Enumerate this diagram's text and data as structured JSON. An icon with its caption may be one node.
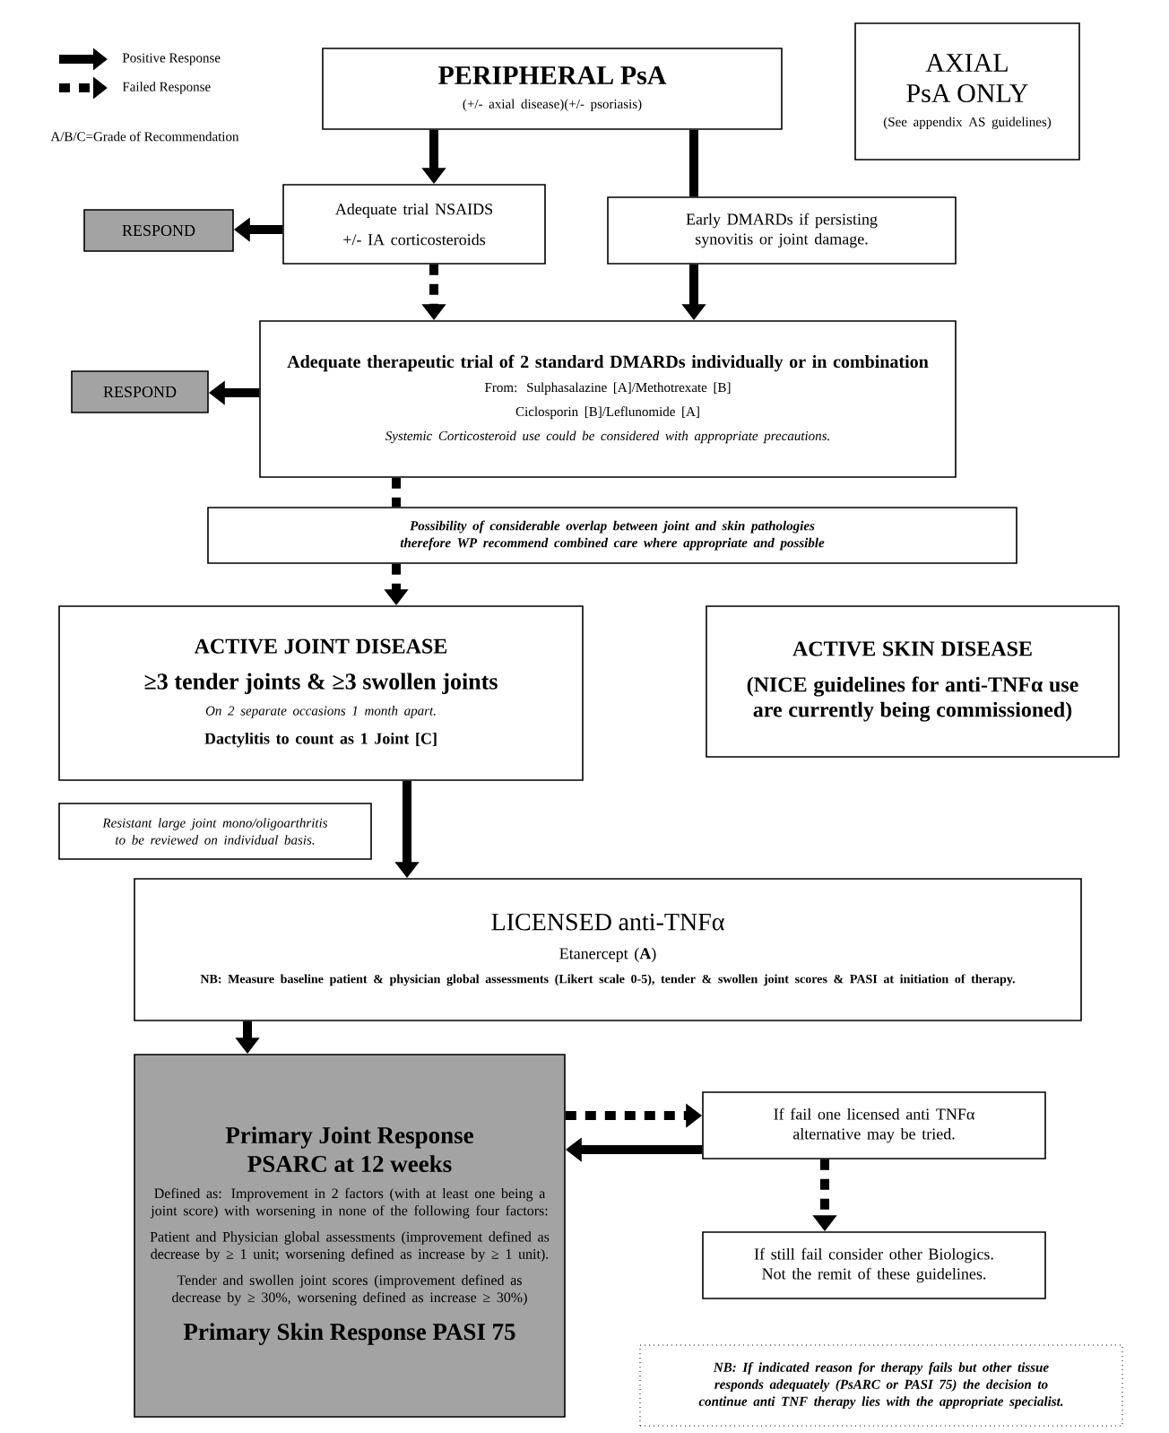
{
  "diagram": {
    "nodes": [
      {
        "text": [
          "PERIPHERAL PsA",
          "(+/- axial disease)(+/- psoriasis)"
        ]
      },
      {
        "text": [
          "AXIAL PsA ONLY",
          "(See appendix AS guidelines)"
        ]
      },
      {
        "text": [
          "Adequate trial NSAIDS",
          "+/- IA corticosteroids"
        ]
      },
      {
        "text": [
          "RESPOND"
        ]
      },
      {
        "text": [
          "Early DMARDs if persisting synovitis or joint damage."
        ]
      },
      {
        "text": [
          "Adequate therapeutic trial of 2 standard DMARDs individually or in combination",
          "From: Sulphasalazine [A]/Methotrexate [B]",
          "Ciclosporin [B]/Leflunomide [A]",
          "Systemic Corticosteroid use could be considered with appropriate precautions."
        ]
      },
      {
        "text": [
          "RESPOND"
        ]
      },
      {
        "text": [
          "Possibility of considerable overlap between joint and skin pathologies therefore WP recommend combined care where appropriate and possible"
        ]
      },
      {
        "text": [
          "ACTIVE JOINT DISEASE",
          "≥3 tender joints & ≥3 swollen joints",
          "On 2 separate occasions 1 month apart.",
          "Dactylitis to count as 1 Joint [C]"
        ]
      },
      {
        "text": [
          "ACTIVE SKIN DISEASE",
          "(NICE guidelines for anti-TNFα use are currently being commissioned)"
        ]
      },
      {
        "text": [
          "Resistant large joint mono/oligoarthritis to be reviewed on individual basis."
        ]
      },
      {
        "text": [
          "LICENSED anti-TNFα",
          "Etanercept (**A**)",
          "NB: Measure baseline patient & physician global assessments (Likert scale 0-5), tender & swollen joint scores & PASI at initiation of therapy."
        ]
      },
      {
        "text": [
          "Primary Joint Response PSARC at 12 weeks",
          "Defined as: Improvement in 2 factors (with at least one being a joint score) with worsening in none of the following four factors:",
          "Patient and Physician global assessments (improvement defined as decrease by ≥ 1 unit; worsening defined as increase by ≥ 1 unit).",
          "Tender and swollen joint scores (improvement defined as decrease by ≥ 30%, worsening defined as increase ≥ 30%)",
          "Primary Skin Response PASI 75"
        ]
      },
      {
        "text": [
          "If fail one licensed anti TNFα alternative may be tried."
        ]
      },
      {
        "text": [
          "If still fail consider other Biologics. Not the remit of these guidelines."
        ]
      },
      {
        "text": [
          "NB: If indicated reason for therapy fails but other tissue responds adequately (PsARC or PASI 75) the decision to continue anti TNF therapy lies with the appropriate specialist."
        ]
      }
    ],
    "edges": [
      {
        "from": 0,
        "to": 2,
        "arrow": "to"
      },
      {
        "from": 0,
        "to": 4,
        "arrow": "none"
      },
      {
        "from": 2,
        "to": 3,
        "arrow": "to"
      },
      {
        "from": 2,
        "to": 5,
        "arrow": "to",
        "style": "dashed"
      },
      {
        "from": 4,
        "to": 5,
        "arrow": "to"
      },
      {
        "from": 5,
        "to": 6,
        "arrow": "to"
      },
      {
        "from": 5,
        "to": 7,
        "arrow": "none",
        "style": "dashed"
      },
      {
        "from": 7,
        "to": 8,
        "arrow": "to",
        "style": "dashed"
      },
      {
        "from": 8,
        "to": 11,
        "arrow": "to"
      },
      {
        "from": 11,
        "to": 12,
        "arrow": "to"
      },
      {
        "from": 12,
        "to": 13,
        "arrow": "to",
        "style": "dashed"
      },
      {
        "from": 13,
        "to": 12,
        "arrow": "to"
      },
      {
        "from": 13,
        "to": 14,
        "arrow": "to",
        "style": "dashed"
      }
    ],
    "labels": [
      "A/B/C=Grade of Recommendation"
    ],
    "legend": [
      {
        "text": "Positive Response"
      },
      {
        "text": "Failed Response"
      }
    ]
  }
}
